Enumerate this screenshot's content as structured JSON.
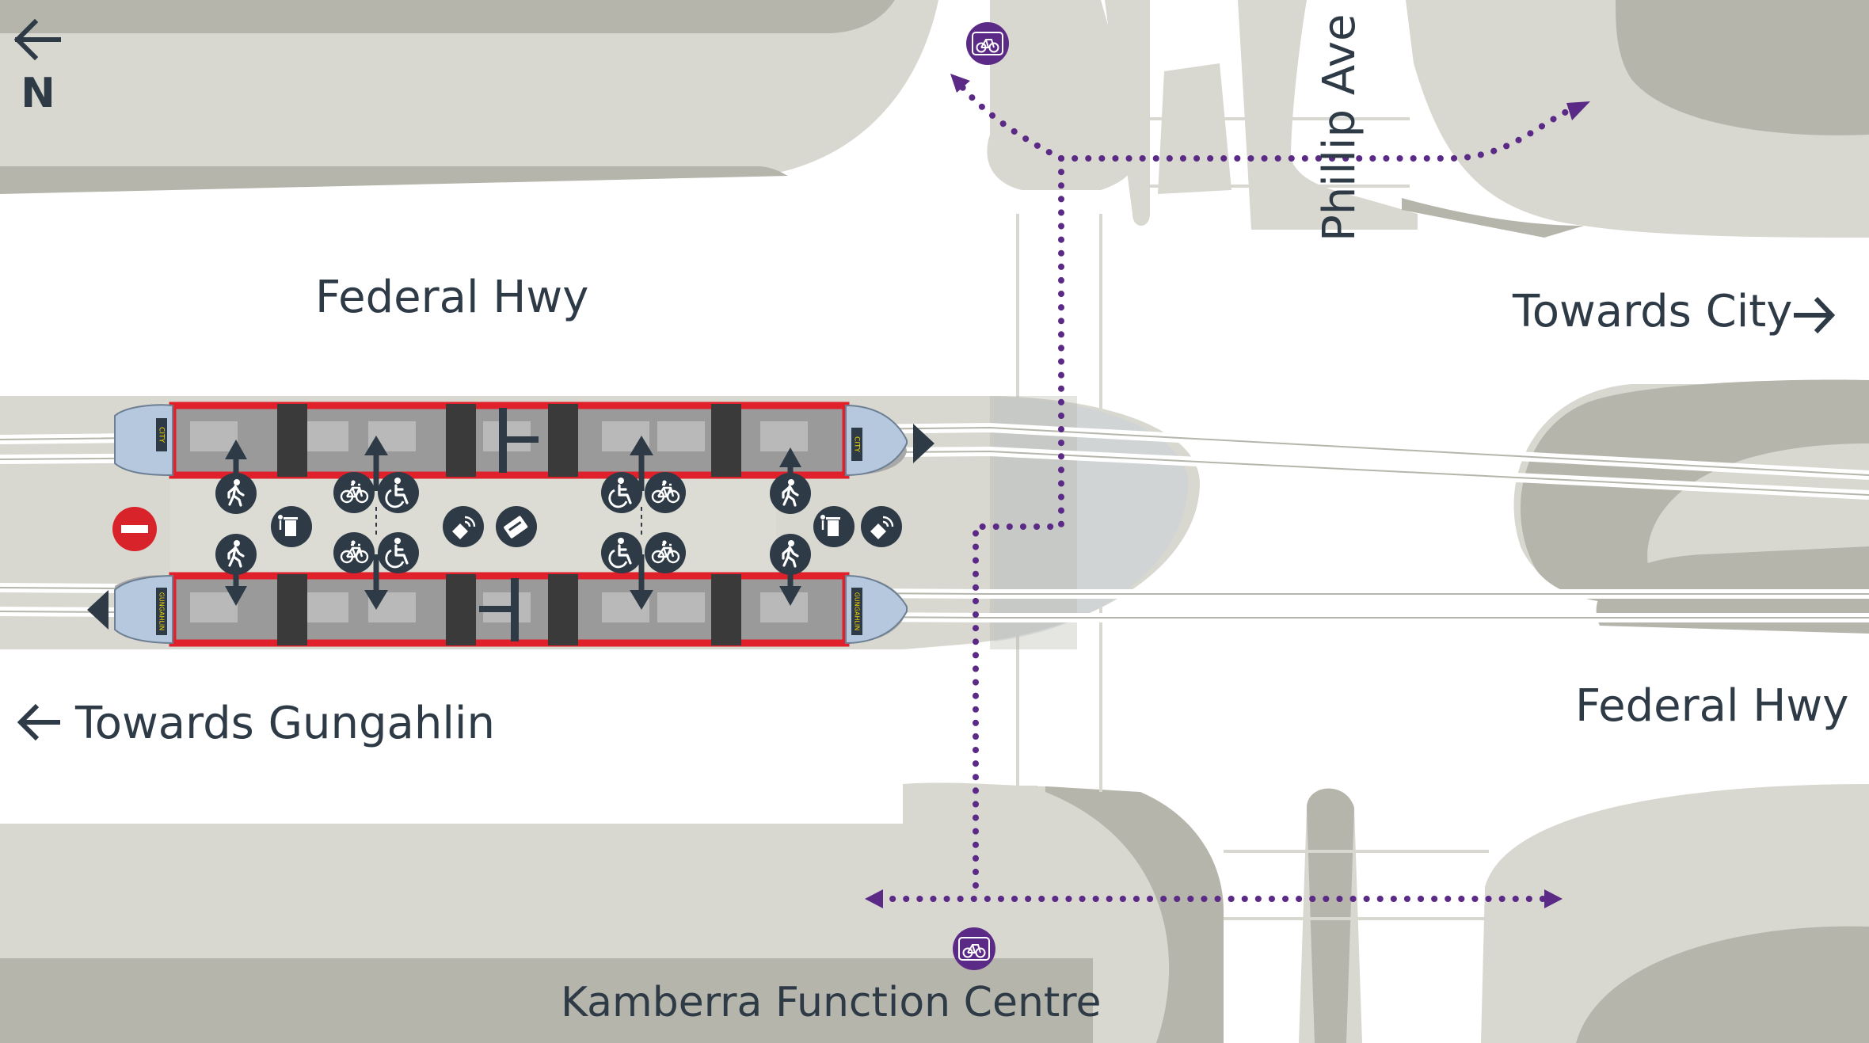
{
  "colors": {
    "background": "#ffffff",
    "pavement_light": "#d8d8d0",
    "pavement_dark": "#b5b5ab",
    "tram_red": "#e0202a",
    "tram_body": "#a6a6a6",
    "tram_nose": "#b6c8de",
    "icon_dark": "#2e3b47",
    "route_purple": "#5b2a86",
    "no_entry_red": "#d8232a",
    "text": "#2e3b47"
  },
  "compass": {
    "letter": "N",
    "icon": "arrow-left-icon"
  },
  "labels": {
    "federal_hwy_north": "Federal Hwy",
    "federal_hwy_south": "Federal Hwy",
    "phillip_ave": "Phillip Ave",
    "towards_city": "Towards City",
    "towards_gungahlin": "Towards Gungahlin",
    "kamberra": "Kamberra Function Centre"
  },
  "trams": {
    "city_dest": "CITY",
    "gungahlin_dest": "GUNGAHLIN"
  },
  "icons": {
    "pedestrian": "pedestrian-icon",
    "bicycle": "bicycle-icon",
    "wheelchair": "wheelchair-icon",
    "bin": "rubbish-bin-icon",
    "ticket": "ticket-machine-icon",
    "card_tap": "card-tap-icon",
    "no_entry": "no-entry-icon",
    "bike_route": "bike-route-icon"
  }
}
